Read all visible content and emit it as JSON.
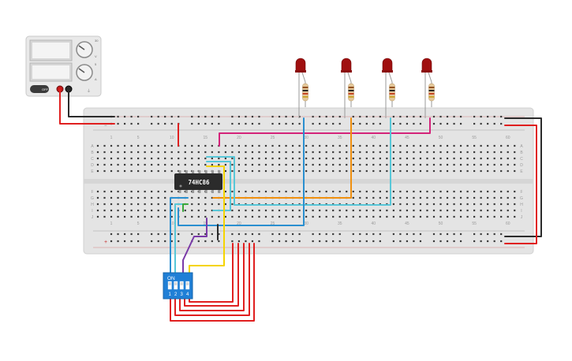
{
  "power_supply": {
    "knob_labels": [
      "V",
      "A"
    ],
    "button_label": "OFF",
    "scale_marks": [
      "0",
      "30",
      "0",
      "5"
    ]
  },
  "breadboard": {
    "column_numbers": [
      "1",
      "5",
      "10",
      "15",
      "20",
      "25",
      "30",
      "35",
      "40",
      "45",
      "50",
      "55",
      "60"
    ],
    "top_row_letters": [
      "A",
      "B",
      "C",
      "D",
      "E"
    ],
    "bottom_row_letters": [
      "F",
      "G",
      "H",
      "I",
      "J"
    ],
    "rail_signs": {
      "minus": "−",
      "plus": "+"
    }
  },
  "ic": {
    "label": "74HC86"
  },
  "dip_switch": {
    "header": "ON",
    "positions": [
      "1",
      "2",
      "3",
      "4"
    ]
  },
  "leds": {
    "count": 4,
    "color": "#a01010"
  },
  "colors": {
    "breadboard": "#e4e4e4",
    "hole": "#3a3a3a",
    "wire_red": "#e01f1f",
    "wire_black": "#2b2b2b",
    "wire_magenta": "#d4237a",
    "wire_orange": "#f0900f",
    "wire_cyan": "#58c7d8",
    "wire_blue": "#2a8fd0",
    "wire_yellow": "#f5d400",
    "wire_purple": "#7a3aa8",
    "wire_green": "#3aa83a",
    "dip_blue": "#1f7fd6"
  }
}
